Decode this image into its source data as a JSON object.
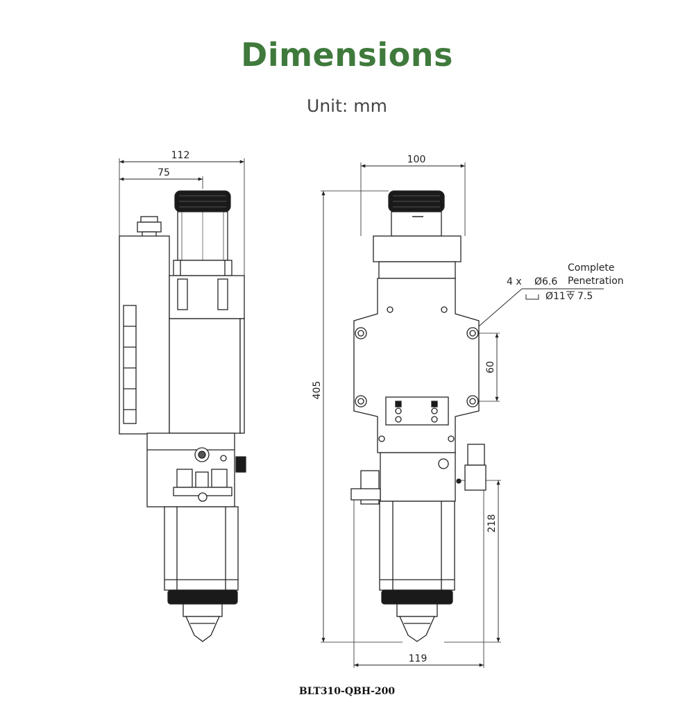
{
  "header": {
    "title": "Dimensions",
    "unit": "Unit: mm"
  },
  "side_view": {
    "overall_width": "112",
    "axis_offset": "75"
  },
  "front_view": {
    "overall_width": "100",
    "overall_height": "405",
    "base_width": "119",
    "hole_spacing": "60",
    "lower_height": "218",
    "hole_note": {
      "count": "4 x",
      "diameter": "Ø6.6",
      "counterbore": "Ø11",
      "depth": "7.5",
      "line1": "Complete",
      "line2": "Penetration"
    }
  },
  "caption": "BLT310-QBH-200"
}
